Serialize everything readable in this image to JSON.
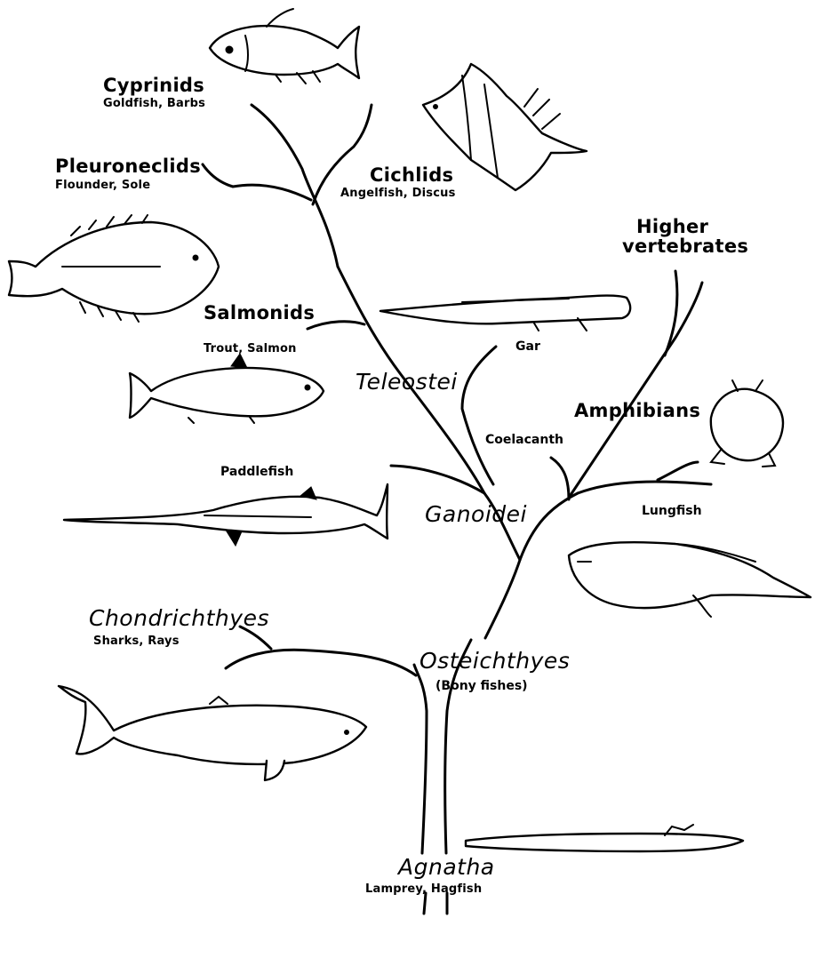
{
  "diagram": {
    "nodes": [
      {
        "id": "cyprinids",
        "name": "Cyprinids",
        "examples": "Goldfish, Barbs"
      },
      {
        "id": "pleuronectids",
        "name": "Pleuroneclids",
        "examples": "Flounder, Sole"
      },
      {
        "id": "cichlids",
        "name": "Cichlids",
        "examples": "Angelfish, Discus"
      },
      {
        "id": "higher",
        "name": "Higher",
        "name2": "vertebrates"
      },
      {
        "id": "salmonids",
        "name": "Salmonids",
        "examples": "Trout, Salmon"
      },
      {
        "id": "gar",
        "name": "Gar"
      },
      {
        "id": "teleostei",
        "name": "Teleostei"
      },
      {
        "id": "amphibians",
        "name": "Amphibians"
      },
      {
        "id": "coelacanth",
        "name": "Coelacanth"
      },
      {
        "id": "paddlefish",
        "name": "Paddlefish"
      },
      {
        "id": "ganoidei",
        "name": "Ganoidei"
      },
      {
        "id": "lungfish",
        "name": "Lungfish"
      },
      {
        "id": "chondrichthyes",
        "name": "Chondrichthyes",
        "examples": "Sharks, Rays"
      },
      {
        "id": "osteichthyes",
        "name": "Osteichthyes",
        "examples": "(Bony fishes)"
      },
      {
        "id": "agnatha",
        "name": "Agnatha",
        "examples": "Lamprey, Hagfish"
      }
    ],
    "illustrations": [
      {
        "id": "goldfish",
        "icon": "goldfish-icon"
      },
      {
        "id": "angelfish",
        "icon": "angelfish-icon"
      },
      {
        "id": "flounder",
        "icon": "flounder-icon"
      },
      {
        "id": "gar",
        "icon": "gar-icon"
      },
      {
        "id": "trout",
        "icon": "trout-icon"
      },
      {
        "id": "frog",
        "icon": "frog-icon"
      },
      {
        "id": "paddlefish",
        "icon": "paddlefish-icon"
      },
      {
        "id": "lungfish",
        "icon": "lungfish-icon"
      },
      {
        "id": "shark",
        "icon": "shark-icon"
      },
      {
        "id": "lamprey",
        "icon": "lamprey-icon"
      }
    ],
    "ink_color": "#000000",
    "background": "#ffffff"
  }
}
